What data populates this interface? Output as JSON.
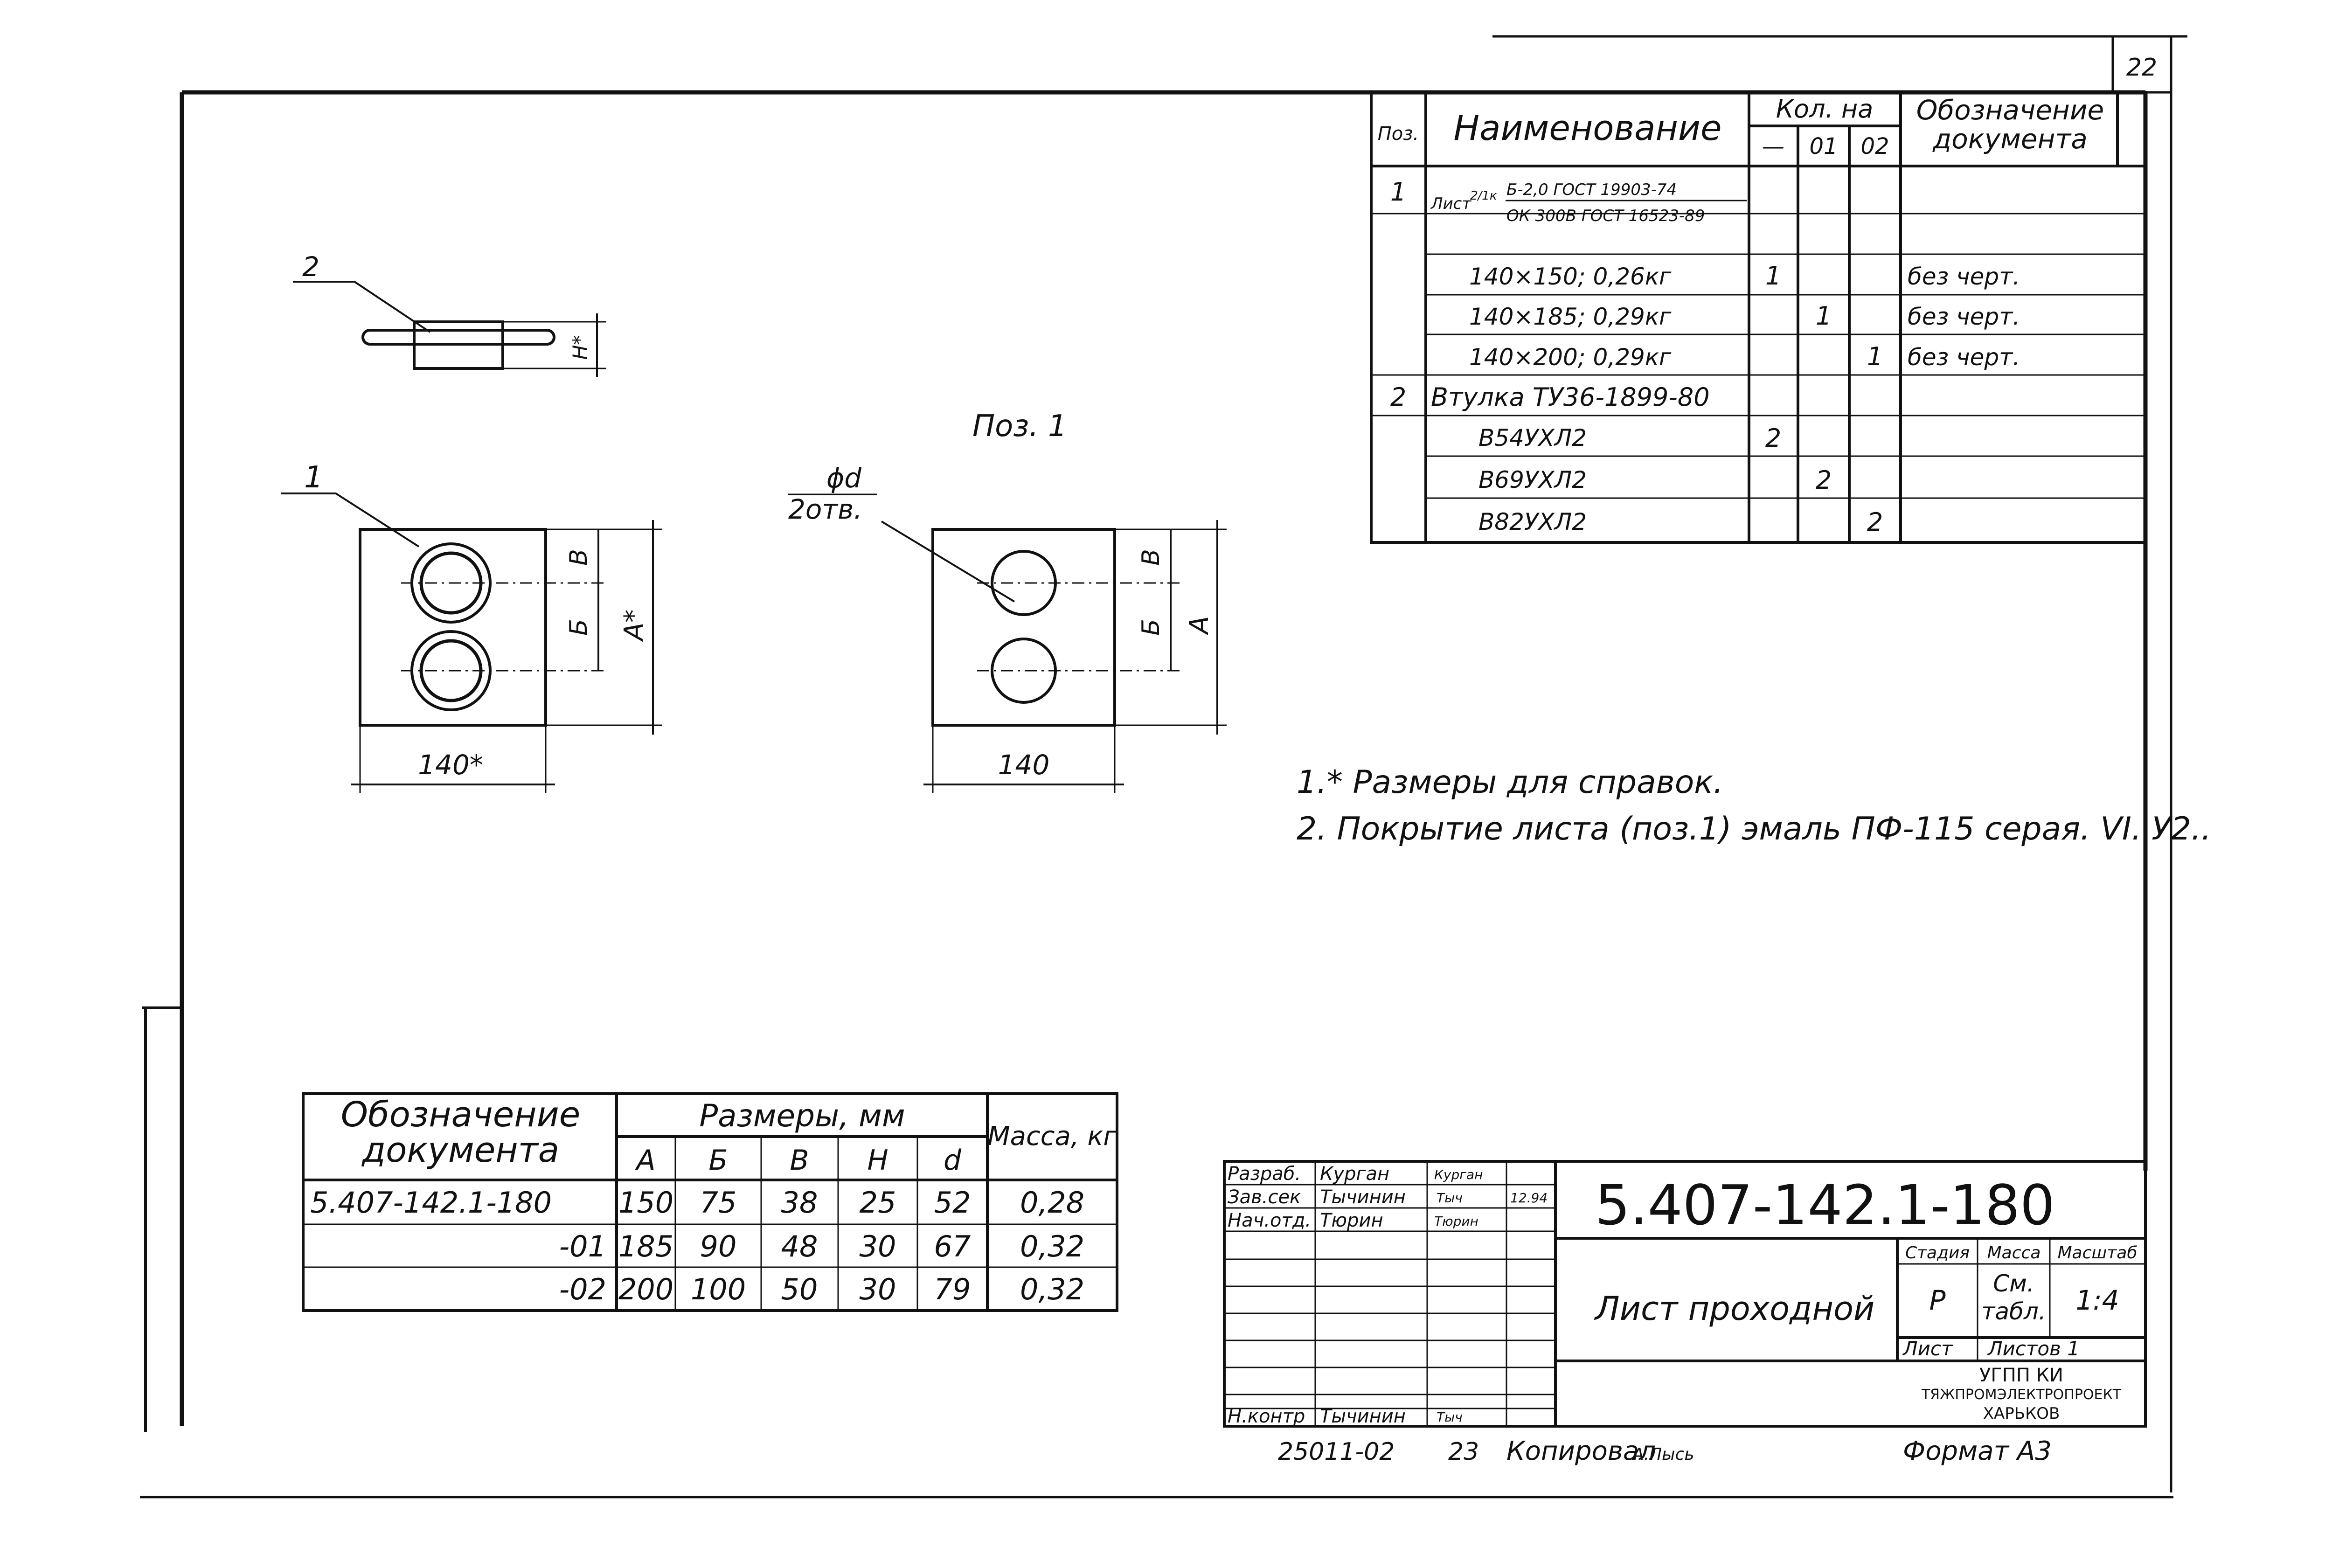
{
  "sheet": {
    "number": "22",
    "format_label": "Формат А3",
    "footer_code": "25011-02",
    "footer_num": "23",
    "footer_copied": "Копировал",
    "footer_copied_sign": "А.Лысь"
  },
  "parts_table": {
    "headers": {
      "pos": "Поз.",
      "name": "Наименование",
      "qty": "Кол. на",
      "qty_cols": [
        "—",
        "01",
        "02"
      ],
      "doc": "Обозначение документа"
    },
    "rows": [
      {
        "pos": "1",
        "name": "Лист",
        "name_frac": "2/1к",
        "name_top": "Б-2,0 ГОСТ 19903-74",
        "name_bottom": "ОК 300В ГОСТ 16523-89",
        "q0": "",
        "q1": "",
        "q2": "",
        "doc": ""
      },
      {
        "pos": "",
        "name": "140×150; 0,26кг",
        "q0": "1",
        "q1": "",
        "q2": "",
        "doc": "без черт."
      },
      {
        "pos": "",
        "name": "140×185; 0,29кг",
        "q0": "",
        "q1": "1",
        "q2": "",
        "doc": "без черт."
      },
      {
        "pos": "",
        "name": "140×200; 0,29кг",
        "q0": "",
        "q1": "",
        "q2": "1",
        "doc": "без черт."
      },
      {
        "pos": "2",
        "name": "Втулка ТУ36-1899-80",
        "q0": "",
        "q1": "",
        "q2": "",
        "doc": ""
      },
      {
        "pos": "",
        "name": "В54УХЛ2",
        "q0": "2",
        "q1": "",
        "q2": "",
        "doc": ""
      },
      {
        "pos": "",
        "name": "В69УХЛ2",
        "q0": "",
        "q1": "2",
        "q2": "",
        "doc": ""
      },
      {
        "pos": "",
        "name": "В82УХЛ2",
        "q0": "",
        "q1": "",
        "q2": "2",
        "doc": ""
      }
    ]
  },
  "views": {
    "side_label": "2",
    "side_dim": "H*",
    "left_label": "1",
    "left_dims": {
      "v": "В",
      "b": "Б",
      "a": "А*",
      "w": "140*"
    },
    "right_title": "Поз. 1",
    "right_hole": "ϕd",
    "right_hole_count": "2отв.",
    "right_dims": {
      "v": "В",
      "b": "Б",
      "a": "А",
      "w": "140"
    }
  },
  "notes": [
    "1.* Размеры для справок.",
    "2. Покрытие листа (поз.1) эмаль ПФ-115 серая. VI. У2.."
  ],
  "dims_table": {
    "doc_header": "Обозначение документа",
    "sizes_header": "Размеры, мм",
    "cols": [
      "А",
      "Б",
      "В",
      "Н",
      "d"
    ],
    "mass_header": "Масса, кг",
    "rows": [
      {
        "doc": "5.407-142.1-180",
        "A": "150",
        "B": "75",
        "V": "38",
        "H": "25",
        "d": "52",
        "mass": "0,28"
      },
      {
        "doc": "-01",
        "A": "185",
        "B": "90",
        "V": "48",
        "H": "30",
        "d": "67",
        "mass": "0,32"
      },
      {
        "doc": "-02",
        "A": "200",
        "B": "100",
        "V": "50",
        "H": "30",
        "d": "79",
        "mass": "0,32"
      }
    ]
  },
  "title_block": {
    "code": "5.407-142.1-180",
    "title": "Лист проходной",
    "stage_header": "Стадия",
    "mass_header": "Масса",
    "scale_header": "Масштаб",
    "stage": "Р",
    "mass": "См. табл.",
    "scale": "1:4",
    "sheet_label": "Лист",
    "sheets_label": "Листов 1",
    "org": [
      "УГПП КИ",
      "ТЯЖПРОМЭЛЕКТРОПРОЕКТ",
      "ХАРЬКОВ"
    ],
    "roles": [
      {
        "role": "Разраб.",
        "name": "Курган",
        "sign": "Курган",
        "date": ""
      },
      {
        "role": "Зав.сек",
        "name": "Тычинин",
        "sign": "Тыч",
        "date": "12.94"
      },
      {
        "role": "Нач.отд.",
        "name": "Тюрин",
        "sign": "Тюрин",
        "date": ""
      },
      {
        "role": "Н.контр",
        "name": "Тычинин",
        "sign": "Тыч",
        "date": ""
      }
    ]
  }
}
